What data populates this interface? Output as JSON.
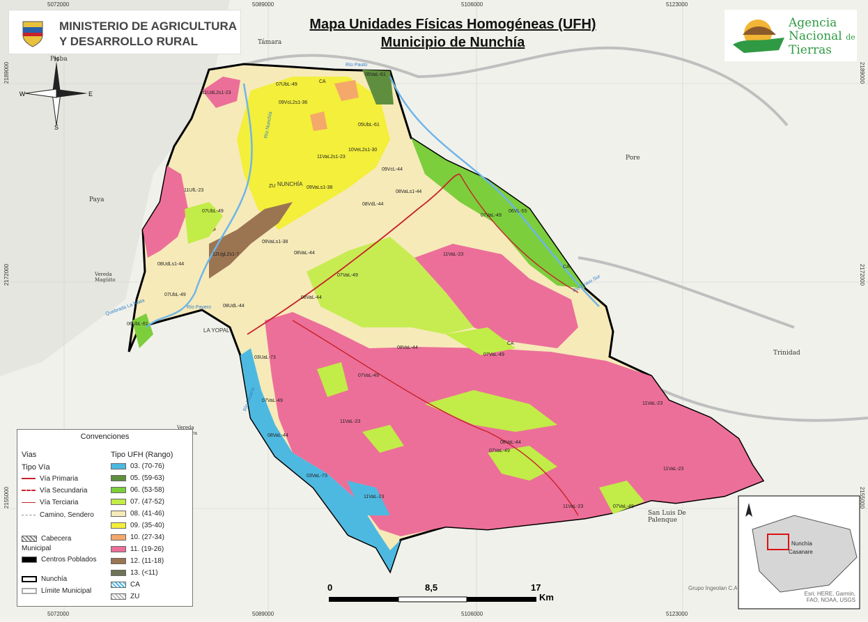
{
  "map_title_line1": "Mapa Unidades Físicas Homogéneas (UFH)",
  "map_title_line2": "Municipio de Nunchía",
  "ministry": [
    "MINISTERIO DE AGRICULTURA",
    "Y DESARROLLO RURAL"
  ],
  "agency": [
    "Agencia",
    "Nacional",
    "de",
    "Tierras"
  ],
  "compass": {
    "n": "N",
    "s": "S",
    "e": "E",
    "w": "W"
  },
  "coords_top": [
    "5072000",
    "5089000",
    "5106000",
    "5123000"
  ],
  "coords_bottom": [
    "5072000",
    "5089000",
    "5106000",
    "5123000"
  ],
  "coords_left": [
    "2189000",
    "2172000",
    "2155000"
  ],
  "coords_right": [
    "2189000",
    "2172000",
    "2155000"
  ],
  "places": [
    {
      "name": "Támara"
    },
    {
      "name": "Pisba"
    },
    {
      "name": "Paya"
    },
    {
      "name": "Pore"
    },
    {
      "name": "Trinidad"
    },
    {
      "name": "NUNCHÍA"
    },
    {
      "name": "LA YOPAL"
    },
    {
      "name": "San Luis De Palenque"
    },
    {
      "name": "Vereda Magüito"
    },
    {
      "name": "Vereda Palmera"
    }
  ],
  "ufh_labels": [
    "12UgL2s1-7",
    "08VaL-44",
    "07UbL-49",
    "09VaLs1-38",
    "11UfL-23",
    "08VdL-44",
    "11VaL-23",
    "07VaL-49",
    "11VaL-23",
    "07VaL-49",
    "08VaL-44",
    "11VaL-23",
    "11VaL-23",
    "03VaL-73",
    "03UaL-73",
    "07VaL-49",
    "08VaL-44",
    "05VaL-61",
    "06VL-55",
    "07VaL-49",
    "11VaL-23",
    "08VaL-44",
    "07VaL-49",
    "08UdLs1-44",
    "07UbL-49",
    "06UbL-61",
    "07VaL-49",
    "09VcL-44",
    "09VaLs1-38",
    "08VaLs1-44",
    "11VaL-23",
    "10VeL2s1-30",
    "11VaL2s1-23",
    "05UbL-61",
    "09VcL2s1-36",
    "08VaL-44",
    "07UbL-49",
    "11UdL2s1-23",
    "08UdL-44",
    "07VaL-49",
    "CA",
    "CA",
    "CA",
    "ZU"
  ],
  "rivers": [
    "Río Nunchía",
    "Río Pauto",
    "Río Payero",
    "Río Tocaría",
    "Quebrada La Niata",
    "Río Cravo Sur"
  ],
  "legend": {
    "title": "Convenciones",
    "vias_title": "Vias",
    "tipo_via_title": "Tipo Vía",
    "vias": [
      "Vía Primaria",
      "Vía Secundaria",
      "Vía Terciaria",
      "Camino, Sendero"
    ],
    "admin": [
      "Cabecera Municipal",
      "Centros Poblados",
      "Nunchía",
      "Límite Municipal"
    ],
    "ufh_title": "Tipo UFH (Rango)",
    "ufh": [
      {
        "label": "03. (70-76)",
        "color": "#4eb9e0"
      },
      {
        "label": "05. (59-63)",
        "color": "#5f8f3e"
      },
      {
        "label": "06. (53-58)",
        "color": "#7cce3c"
      },
      {
        "label": "07. (47-52)",
        "color": "#c2ec47"
      },
      {
        "label": "08. (41-46)",
        "color": "#f6eab9"
      },
      {
        "label": "09. (35-40)",
        "color": "#f3ef3a"
      },
      {
        "label": "10. (27-34)",
        "color": "#f4a86a"
      },
      {
        "label": "11. (19-26)",
        "color": "#ec6f99"
      },
      {
        "label": "12. (11-18)",
        "color": "#9b7452"
      },
      {
        "label": "13. (<11)",
        "color": "#6f7256"
      },
      {
        "label": "CA",
        "color": "#9ad8ee"
      },
      {
        "label": "ZU",
        "color": "#dedede"
      }
    ]
  },
  "scale": {
    "labels": [
      "0",
      "8,5",
      "17"
    ],
    "unit": "Km"
  },
  "inset": {
    "place": "Nunchía",
    "region": "Casanare"
  },
  "credits": [
    "Grupo Ingeolan C.A.",
    "Esri, HERE, Garmin, FAO, NOAA, USGS"
  ],
  "colors": {
    "boundary": "#000000",
    "road_primary": "#c7222a",
    "river": "#6fb5e8"
  }
}
